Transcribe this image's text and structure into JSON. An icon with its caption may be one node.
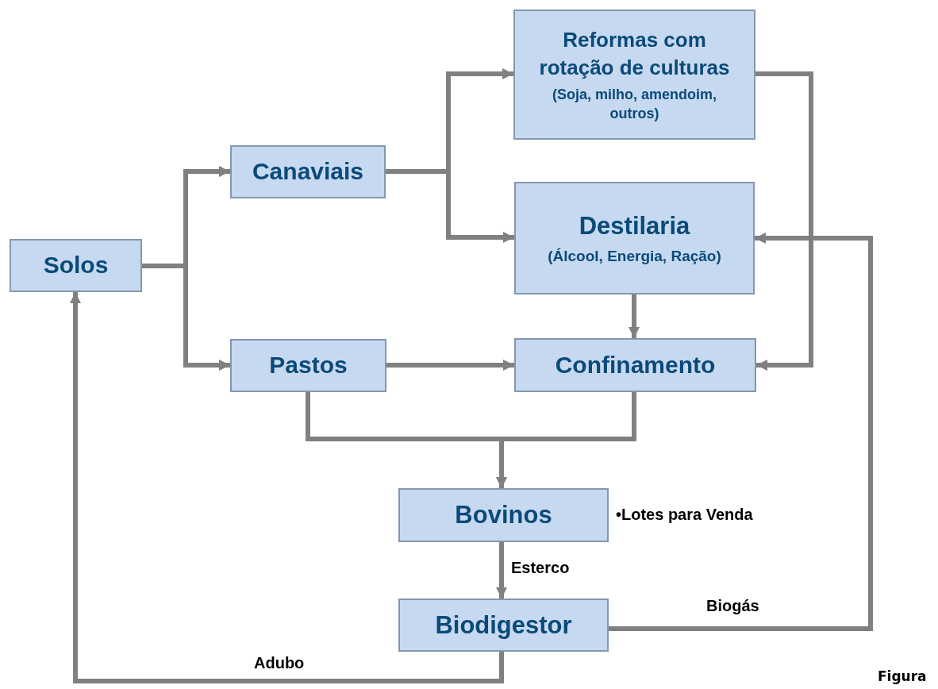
{
  "diagram": {
    "nodes": [
      {
        "text": [
          "Solos"
        ]
      },
      {
        "text": [
          "Canaviais"
        ]
      },
      {
        "text": [
          "Reformas com rotação de culturas",
          "(Soja, milho, amendoim, outros)"
        ]
      },
      {
        "text": [
          "Destilaria",
          "(Álcool, Energia, Ração)"
        ]
      },
      {
        "text": [
          "Pastos"
        ]
      },
      {
        "text": [
          "Confinamento"
        ]
      },
      {
        "text": [
          "Bovinos"
        ],
        "beside": [
          "•Lotes para Venda"
        ]
      },
      {
        "text": [
          "Biodigestor"
        ]
      }
    ],
    "edges": [
      {
        "from": 0,
        "to": 1,
        "arrow": "to"
      },
      {
        "from": 0,
        "to": 4,
        "arrow": "to"
      },
      {
        "from": 1,
        "to": 2,
        "arrow": "to"
      },
      {
        "from": 1,
        "to": 3,
        "arrow": "to"
      },
      {
        "from": 2,
        "to": 5,
        "arrow": "to"
      },
      {
        "from": 3,
        "to": 5,
        "arrow": "to"
      },
      {
        "from": 4,
        "to": 5,
        "arrow": "to"
      },
      {
        "from": 4,
        "to": 6,
        "arrow": "to"
      },
      {
        "from": 5,
        "to": 6,
        "arrow": "to"
      },
      {
        "from": 6,
        "to": 7,
        "label": "Esterco",
        "arrow": "to"
      },
      {
        "from": 7,
        "to": 3,
        "label": "Biogás",
        "arrow": "to"
      },
      {
        "from": 7,
        "to": 0,
        "label": "Adubo",
        "arrow": "to"
      }
    ],
    "labels": [
      "Figura"
    ]
  }
}
